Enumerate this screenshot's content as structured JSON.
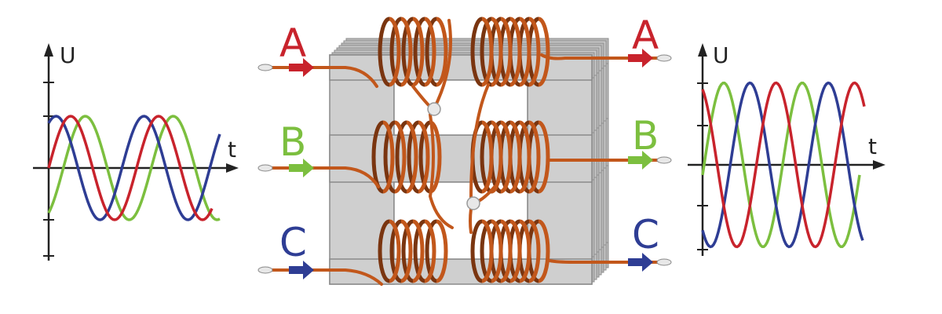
{
  "phases": [
    {
      "label": "A",
      "color": "#c8232c"
    },
    {
      "label": "B",
      "color": "#7cbf3f"
    },
    {
      "label": "C",
      "color": "#2e3d94"
    }
  ],
  "input_graph": {
    "y_label": "U",
    "x_label": "t",
    "amplitude": 1.0
  },
  "output_graph": {
    "y_label": "U",
    "x_label": "t",
    "amplitude": 1.8
  },
  "colors": {
    "copper": "#c2571b",
    "copper_dark": "#7a3510",
    "core_light": "#cfcfcf",
    "core_dark": "#9a9a9a"
  }
}
